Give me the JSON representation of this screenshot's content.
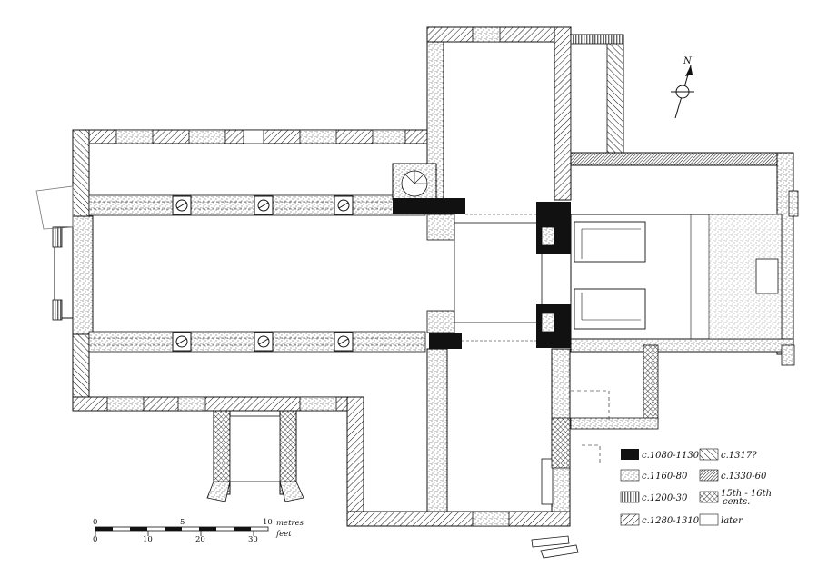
{
  "north_label": "N",
  "key": [
    {
      "label": "c.1080-1130",
      "pattern": "solid-black"
    },
    {
      "label": "c.1160-80",
      "pattern": "stipple"
    },
    {
      "label": "c.1200-30",
      "pattern": "vertical-hatch"
    },
    {
      "label": "c.1280-1310",
      "pattern": "diagonal-hatch-left"
    },
    {
      "label": "c.1317?",
      "pattern": "diagonal-hatch-right"
    },
    {
      "label": "c.1330-60",
      "pattern": "dense-diagonal-hatch"
    },
    {
      "label": "15th - 16th cents.",
      "pattern": "cross-hatch"
    },
    {
      "label": "later",
      "pattern": "blank"
    }
  ],
  "key_15th_line1": "15th - 16th",
  "key_15th_line2": "cents.",
  "scale": {
    "metres_ticks": [
      "0",
      "5",
      "10"
    ],
    "metres_unit": "metres",
    "feet_ticks": [
      "0",
      "10",
      "20",
      "30"
    ],
    "feet_unit": "feet"
  }
}
